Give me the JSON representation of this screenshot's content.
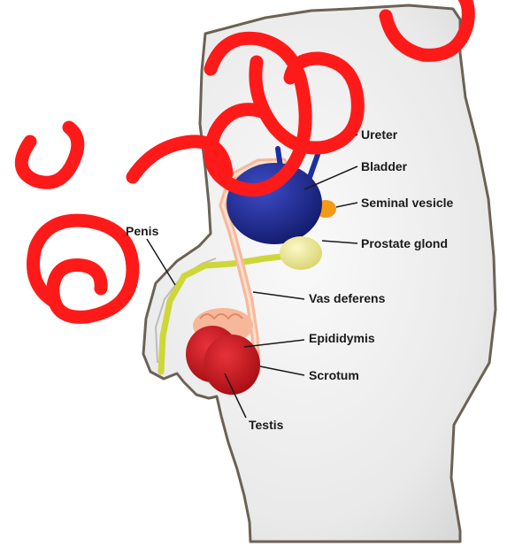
{
  "labels": {
    "ureter": "Ureter",
    "bladder": "Bladder",
    "seminal_vesicle": "Seminal vesicle",
    "prostate_gland": "Prostate glond",
    "penis": "Penis",
    "vas_deferens": "Vas deferens",
    "epididymis": "Epididymis",
    "scrotum": "Scrotum",
    "testis": "Testis"
  },
  "watermark": {
    "color": "#ff1a1a",
    "description_glyphs": "red script lettering overlay"
  },
  "colors": {
    "body_fill": "#e6e6e6",
    "body_outline": "#6b6256",
    "bladder": "#1f2a8c",
    "ureter": "#1c2fa0",
    "seminal_vesicle": "#f39a16",
    "prostate": "#e8e49a",
    "vas_deferens": "#cfd63a",
    "testis": "#c8141c",
    "epididymis": "#f7b899",
    "pointer": "#1a1a1a"
  }
}
